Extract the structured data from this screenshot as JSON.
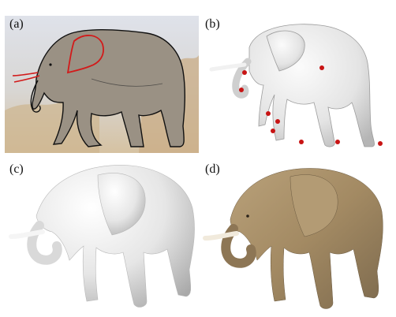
{
  "figure": {
    "panels": [
      {
        "label": "(a)"
      },
      {
        "label": "(b)"
      },
      {
        "label": "(c)"
      },
      {
        "label": "(d)"
      }
    ],
    "colors": {
      "photo_sky": "#d9dde6",
      "photo_ground": "#d8c7a9",
      "elephant_photo": "#9a9184",
      "sketch_stroke": "#111111",
      "highlight_stroke": "#d21a1a",
      "model_fill": "#e9e9e9",
      "model_shade": "#bdbdbd",
      "marker": "#c81414",
      "textured": "#a7906d",
      "tusk": "#f1eadc"
    }
  }
}
